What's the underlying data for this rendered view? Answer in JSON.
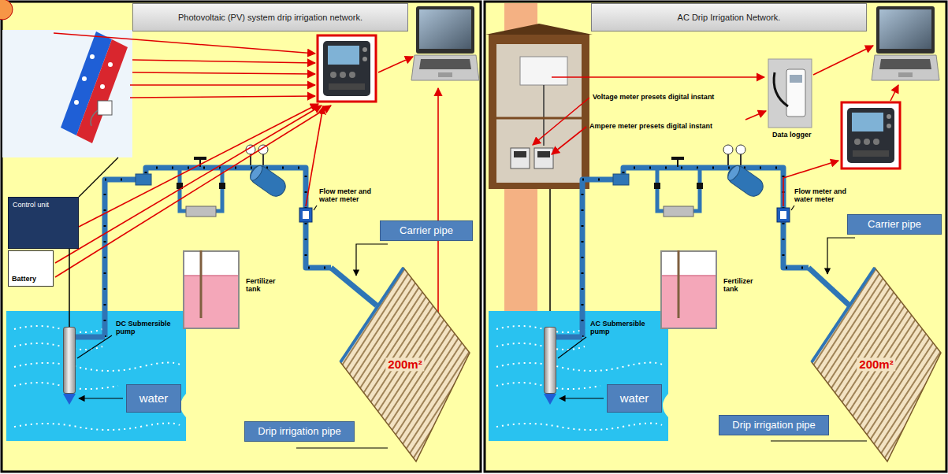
{
  "diagram": {
    "nodes": [
      {
        "text": [
          "Photovoltaic (PV) system drip irrigation network."
        ]
      },
      {
        "text": [
          "Control unit"
        ]
      },
      {
        "text": [
          "Battery"
        ]
      },
      {
        "text": [
          "Fertilizer tank"
        ]
      },
      {
        "text": [
          "Carrier pipe"
        ]
      },
      {
        "text": [
          "DC Submersible pump"
        ]
      },
      {
        "text": [
          "water"
        ]
      },
      {
        "text": [
          "200m²"
        ]
      },
      {
        "text": [
          "Drip irrigation pipe"
        ]
      },
      {
        "text": [
          "AC Drip Irrigation Network."
        ]
      },
      {
        "text": [
          "Fertilizer tank"
        ]
      },
      {
        "text": [
          "Carrier pipe"
        ]
      },
      {
        "text": [
          "AC Submersible pump"
        ]
      },
      {
        "text": [
          "water"
        ]
      },
      {
        "text": [
          "200m²"
        ]
      },
      {
        "text": [
          "Drip irrigation pipe"
        ]
      }
    ],
    "edges": [
      {
        "from": 1,
        "to": 5,
        "arrow": "none"
      }
    ],
    "labels": [
      "Flow meter and water meter",
      "Voltage meter presets digital instant",
      "Ampere meter presets digital instant",
      "Data logger",
      "Flow meter and water meter"
    ]
  }
}
